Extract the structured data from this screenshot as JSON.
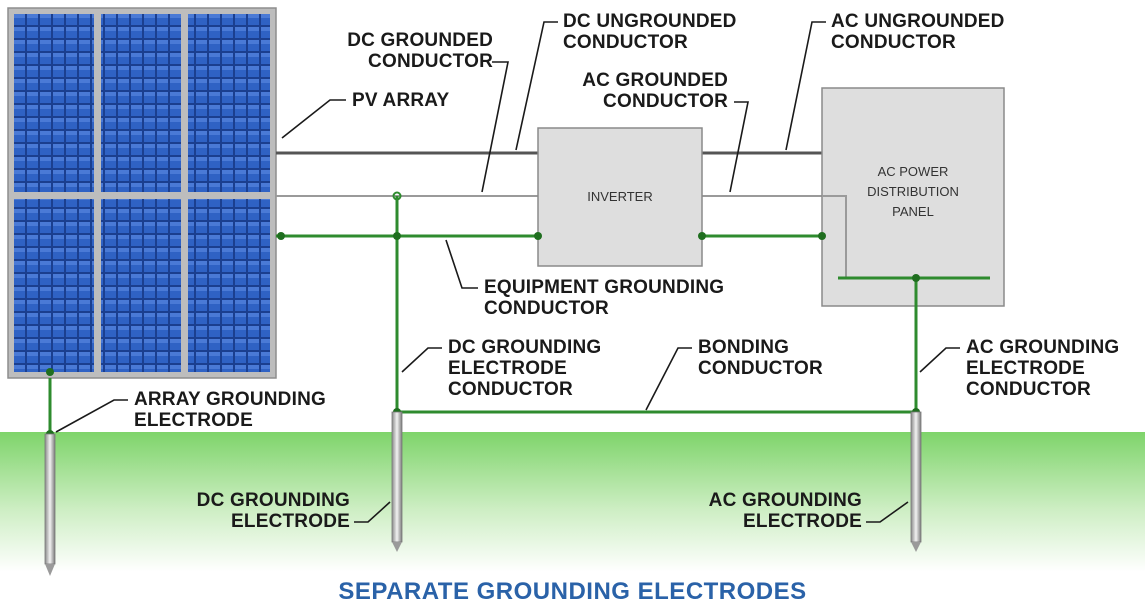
{
  "title": "SEPARATE GROUNDING ELECTRODES",
  "colors": {
    "panel_blue": "#2a5bb8",
    "frame": "#c4c4c4",
    "ground_green": "#2e8b2e",
    "grass_top": "#7ed46a",
    "title_blue": "#2a62a8",
    "box_fill": "#dedede"
  },
  "boxes": {
    "inverter": "INVERTER",
    "ac_panel": [
      "AC POWER",
      "DISTRIBUTION",
      "PANEL"
    ]
  },
  "labels": {
    "dc_grounded": [
      "DC GROUNDED",
      "CONDUCTOR"
    ],
    "dc_ungrounded": [
      "DC UNGROUNDED",
      "CONDUCTOR"
    ],
    "ac_ungrounded": [
      "AC UNGROUNDED",
      "CONDUCTOR"
    ],
    "ac_grounded": [
      "AC GROUNDED",
      "CONDUCTOR"
    ],
    "pv_array": "PV ARRAY",
    "equipment_grounding": [
      "EQUIPMENT GROUNDING",
      "CONDUCTOR"
    ],
    "dc_grounding_electrode_conductor": [
      "DC GROUNDING",
      "ELECTRODE",
      "CONDUCTOR"
    ],
    "bonding": [
      "BONDING",
      "CONDUCTOR"
    ],
    "ac_grounding_electrode_conductor": [
      "AC GROUNDING",
      "ELECTRODE",
      "CONDUCTOR"
    ],
    "array_grounding_electrode": [
      "ARRAY GROUNDING",
      "ELECTRODE"
    ],
    "dc_grounding_electrode": [
      "DC GROUNDING",
      "ELECTRODE"
    ],
    "ac_grounding_electrode": [
      "AC GROUNDING",
      "ELECTRODE"
    ]
  }
}
